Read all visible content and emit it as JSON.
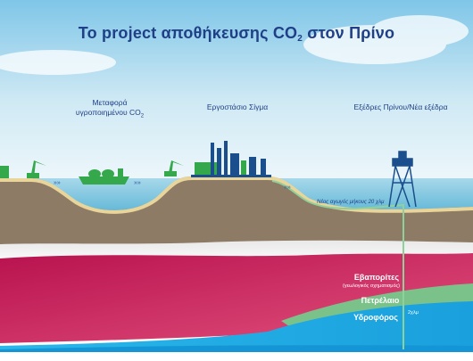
{
  "title_prefix": "Το project αποθήκευσης CO",
  "title_sub": "2",
  "title_suffix": " στον Πρίνο",
  "locations": {
    "transport_line1": "Μεταφορά",
    "transport_line2_prefix": "υγροποιημένου CO",
    "transport_line2_sub": "2",
    "factory": "Εργοστάσιο Σίγμα",
    "platforms": "Εξέδρες Πρίνου/Νέα εξέδρα"
  },
  "pipeline_label": "Νέος αγωγός μήκους 20 χλμ",
  "layers": {
    "evaporites": "Εβαπορίτες",
    "evaporites_note": "(γεωλογικός σχηματισμός)",
    "oil": "Πετρέλαιο",
    "aquifer": "Υδροφόρος",
    "depth": "2χλμ"
  },
  "colors": {
    "title": "#1f3f86",
    "sea": "#9fd3e6",
    "land": "#8e7b66",
    "evaporites": "#c0114e",
    "oil": "#7bc28a",
    "aquifer": "#33c3ef",
    "infrastructure": "#1b4e8c",
    "ships_green": "#35a84c"
  }
}
